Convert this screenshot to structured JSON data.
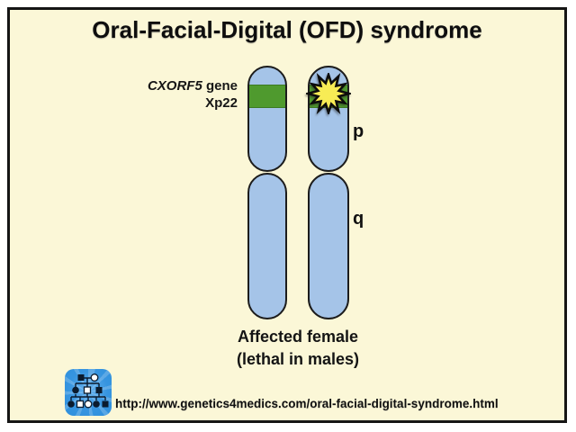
{
  "title": "Oral-Facial-Digital (OFD) syndrome",
  "gene_label": {
    "gene_name_italic": "CXORF5",
    "gene_suffix": " gene",
    "locus": "Xp22"
  },
  "chromosome": {
    "p_arm_label": "p",
    "q_arm_label": "q",
    "mutation_icon": "starburst-mutation-icon"
  },
  "caption": {
    "line1": "Affected female",
    "line2": "(lethal in males)"
  },
  "footer": {
    "logo_icon": "pedigree-chart-icon",
    "url": "http://www.genetics4medics.com/oral-facial-digital-syndrome.html"
  },
  "colors": {
    "slide_background": "#fbf7d7",
    "frame_border": "#151515",
    "chromosome_fill": "#a5c4e8",
    "gene_band_green": "#4f9a2e",
    "starburst_yellow": "#f7ec55",
    "logo_blue": "#2e8fdc"
  }
}
